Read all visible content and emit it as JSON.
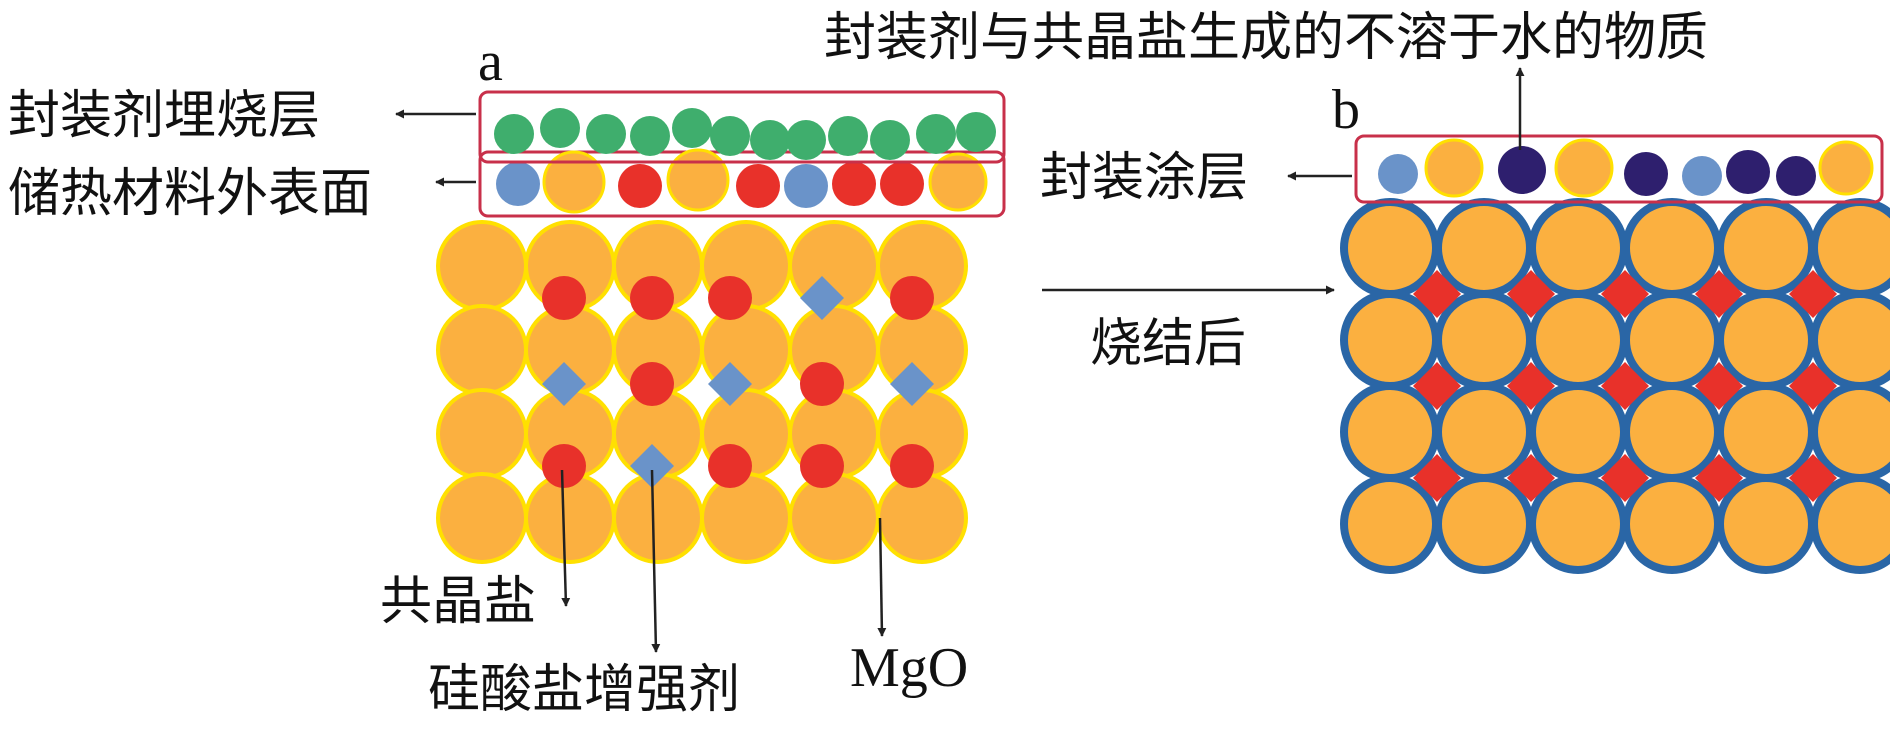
{
  "labels": {
    "panel_a": "a",
    "panel_b": "b",
    "a_top_layer": "封装剂埋烧层",
    "a_outer_surface": "储热材料外表面",
    "eutectic_salt": "共晶盐",
    "silicate_enhancer": "硅酸盐增强剂",
    "mgo": "MgO",
    "after_sintering": "烧结后",
    "b_coating": "封装涂层",
    "b_product": "封装剂与共晶盐生成的不溶于水的物质"
  },
  "colors": {
    "mgo_fill": "#fbb040",
    "mgo_edge": "#ffe000",
    "eutectic_salt": "#e8312a",
    "silicate": "#6a93c9",
    "encapsulant": "#3fae6d",
    "insoluble_product": "#2e1f6e",
    "coating_shell": "#2a66a6",
    "layer_frame": "#c8304a",
    "arrow": "#222222"
  }
}
